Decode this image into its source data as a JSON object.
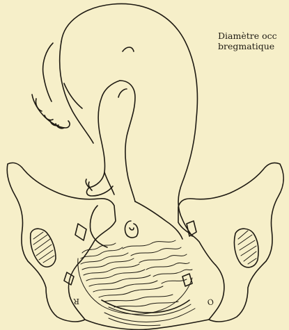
{
  "caption": {
    "line1": "Diamètre occ",
    "line2": "bregmatique"
  },
  "side_labels": {
    "left": "R",
    "right": "O"
  },
  "colors": {
    "paper": "#f6efc9",
    "ink": "#1e1a12"
  }
}
